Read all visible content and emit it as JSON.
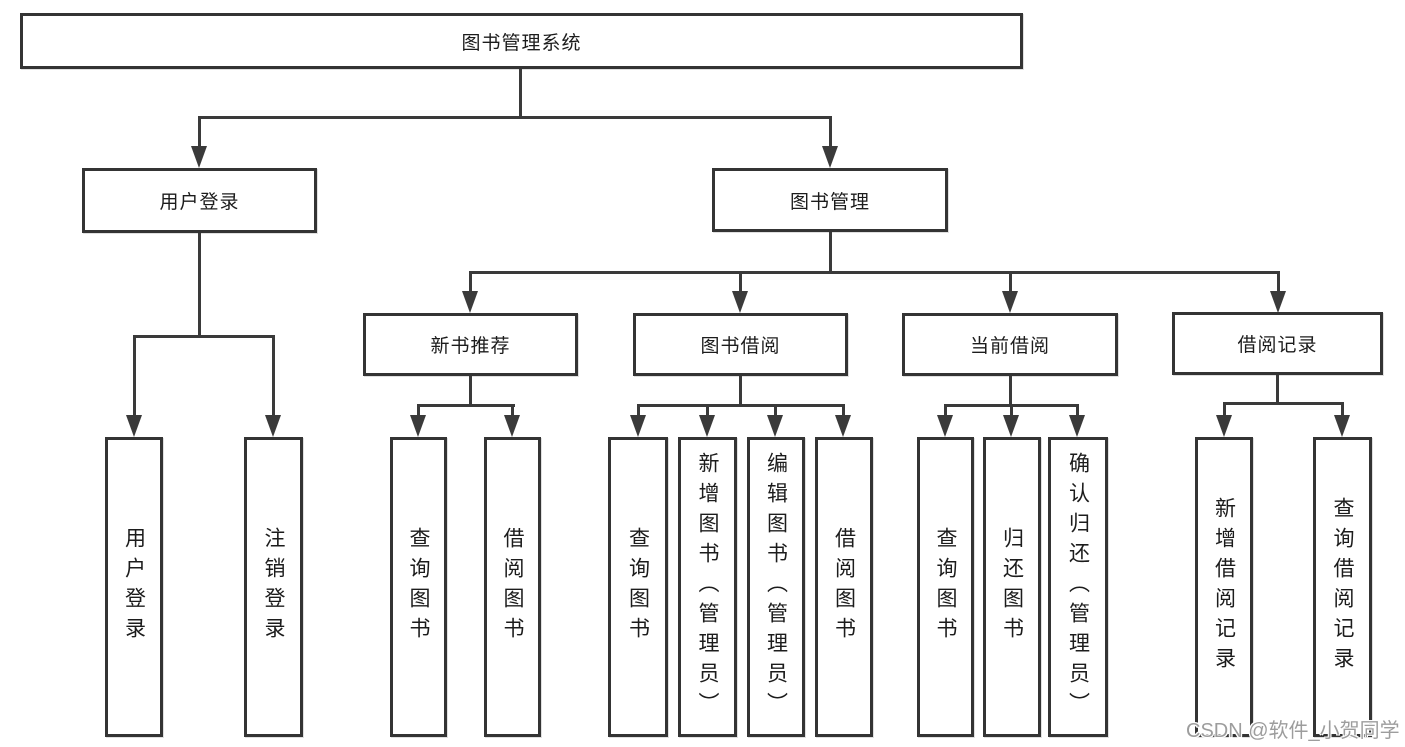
{
  "diagram_title": "图书管理系统",
  "nodes": {
    "root": "图书管理系统",
    "user_login": "用户登录",
    "book_mgmt": "图书管理",
    "new_book": "新书推荐",
    "borrow": "图书借阅",
    "current": "当前借阅",
    "records": "借阅记录"
  },
  "leaves": {
    "user_login": [
      "用户登录",
      "注销登录"
    ],
    "new_book": [
      "查询图书",
      "借阅图书"
    ],
    "borrow": [
      "查询图书",
      "新增图书（管理员）",
      "编辑图书（管理员）",
      "借阅图书"
    ],
    "current": [
      "查询图书",
      "归还图书",
      "确认归还（管理员）"
    ],
    "records": [
      "新增借阅记录",
      "查询借阅记录"
    ]
  },
  "watermark": "CSDN @软件_小贺同学",
  "colors": {
    "line": "#3a3a3a",
    "border": "#343434",
    "text": "#1c1c1c",
    "watermark": "#9d9d9d",
    "background": "#ffffff"
  }
}
